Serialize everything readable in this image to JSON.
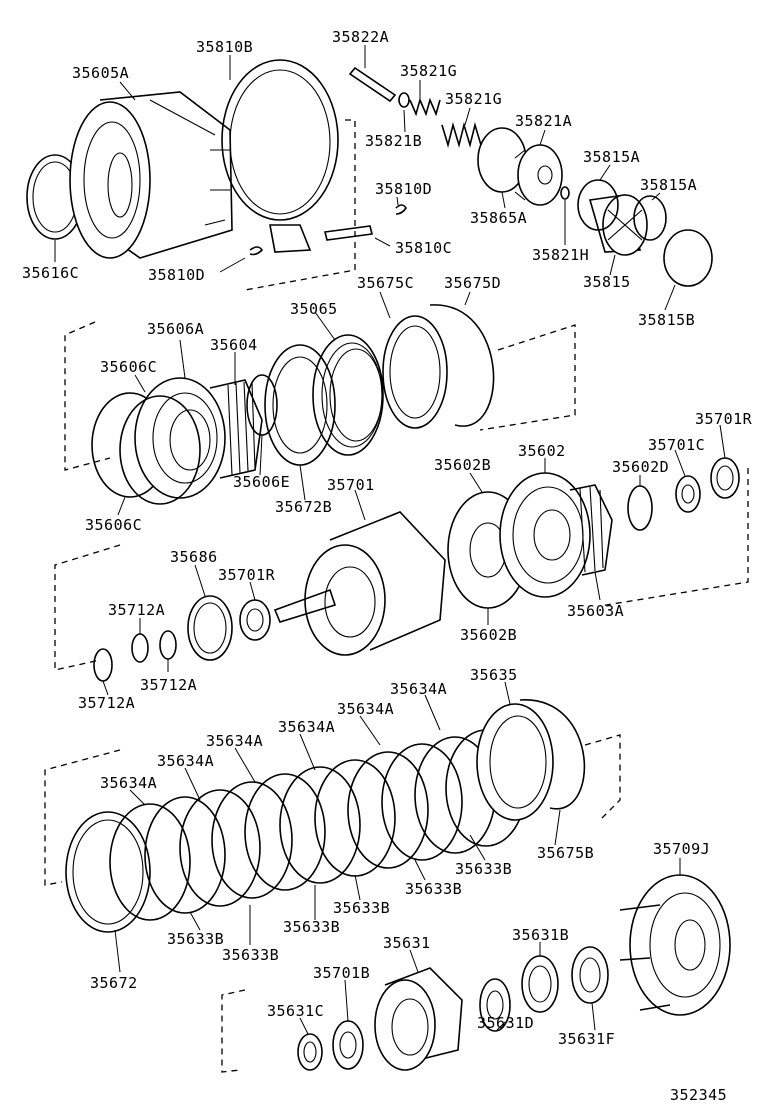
{
  "diagram": {
    "drawing_number": "352345",
    "labels": [
      {
        "id": "l-35810b",
        "text": "35810B"
      },
      {
        "id": "l-35822a",
        "text": "35822A"
      },
      {
        "id": "l-35605a",
        "text": "35605A"
      },
      {
        "id": "l-35821g-1",
        "text": "35821G"
      },
      {
        "id": "l-35821g-2",
        "text": "35821G"
      },
      {
        "id": "l-35821a",
        "text": "35821A"
      },
      {
        "id": "l-35821b",
        "text": "35821B"
      },
      {
        "id": "l-35815a-1",
        "text": "35815A"
      },
      {
        "id": "l-35815a-2",
        "text": "35815A"
      },
      {
        "id": "l-35810d-top",
        "text": "35810D"
      },
      {
        "id": "l-35865a",
        "text": "35865A"
      },
      {
        "id": "l-35810c",
        "text": "35810C"
      },
      {
        "id": "l-35821h",
        "text": "35821H"
      },
      {
        "id": "l-35815",
        "text": "35815"
      },
      {
        "id": "l-35616c",
        "text": "35616C"
      },
      {
        "id": "l-35810d-bot",
        "text": "35810D"
      },
      {
        "id": "l-35815b",
        "text": "35815B"
      },
      {
        "id": "l-35675c",
        "text": "35675C"
      },
      {
        "id": "l-35675d",
        "text": "35675D"
      },
      {
        "id": "l-35065",
        "text": "35065"
      },
      {
        "id": "l-35606a",
        "text": "35606A"
      },
      {
        "id": "l-35604",
        "text": "35604"
      },
      {
        "id": "l-35606c-1",
        "text": "35606C"
      },
      {
        "id": "l-35701r-1",
        "text": "35701R"
      },
      {
        "id": "l-35701c",
        "text": "35701C"
      },
      {
        "id": "l-35602",
        "text": "35602"
      },
      {
        "id": "l-35602b-1",
        "text": "35602B"
      },
      {
        "id": "l-35602d",
        "text": "35602D"
      },
      {
        "id": "l-35606e",
        "text": "35606E"
      },
      {
        "id": "l-35701",
        "text": "35701"
      },
      {
        "id": "l-35672b",
        "text": "35672B"
      },
      {
        "id": "l-35606c-2",
        "text": "35606C"
      },
      {
        "id": "l-35686",
        "text": "35686"
      },
      {
        "id": "l-35701r-2",
        "text": "35701R"
      },
      {
        "id": "l-35603a",
        "text": "35603A"
      },
      {
        "id": "l-35712a-1",
        "text": "35712A"
      },
      {
        "id": "l-35602b-2",
        "text": "35602B"
      },
      {
        "id": "l-35712a-2",
        "text": "35712A"
      },
      {
        "id": "l-35712a-3",
        "text": "35712A"
      },
      {
        "id": "l-35635",
        "text": "35635"
      },
      {
        "id": "l-35634a-1",
        "text": "35634A"
      },
      {
        "id": "l-35634a-2",
        "text": "35634A"
      },
      {
        "id": "l-35634a-3",
        "text": "35634A"
      },
      {
        "id": "l-35634a-4",
        "text": "35634A"
      },
      {
        "id": "l-35634a-5",
        "text": "35634A"
      },
      {
        "id": "l-35634a-6",
        "text": "35634A"
      },
      {
        "id": "l-35675b",
        "text": "35675B"
      },
      {
        "id": "l-35633b-1",
        "text": "35633B"
      },
      {
        "id": "l-35633b-2",
        "text": "35633B"
      },
      {
        "id": "l-35633b-3",
        "text": "35633B"
      },
      {
        "id": "l-35633b-4",
        "text": "35633B"
      },
      {
        "id": "l-35633b-5",
        "text": "35633B"
      },
      {
        "id": "l-35633b-6",
        "text": "35633B"
      },
      {
        "id": "l-35709j",
        "text": "35709J"
      },
      {
        "id": "l-35672",
        "text": "35672"
      },
      {
        "id": "l-35631",
        "text": "35631"
      },
      {
        "id": "l-35631b",
        "text": "35631B"
      },
      {
        "id": "l-35701b",
        "text": "35701B"
      },
      {
        "id": "l-35631c",
        "text": "35631C"
      },
      {
        "id": "l-35631d",
        "text": "35631D"
      },
      {
        "id": "l-35631f",
        "text": "35631F"
      }
    ]
  }
}
